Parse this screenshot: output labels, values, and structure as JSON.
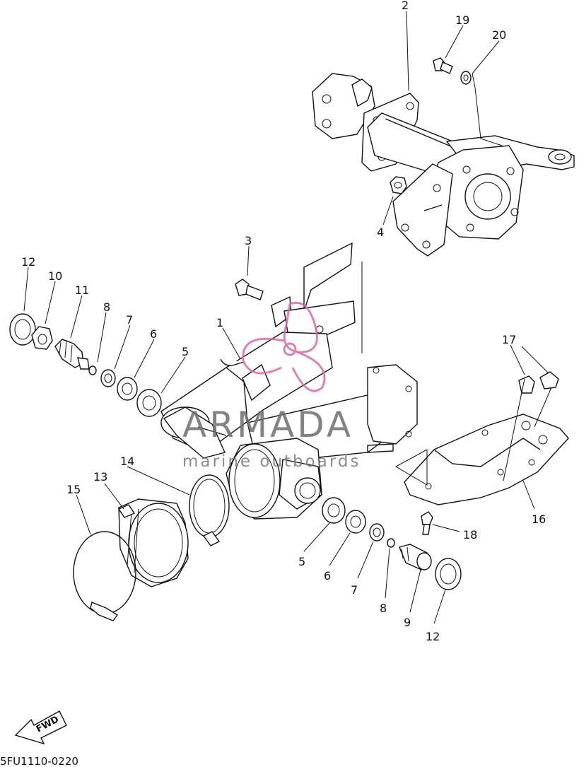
{
  "diagram_code": "5FU1110-0220",
  "fwd_label": "FWD",
  "watermark": {
    "brand": "ARMADA",
    "tagline": "marine outboards",
    "brand_color": "#d86aa8",
    "text_color": "#6e6e6e"
  },
  "callouts": [
    {
      "id": "c2a",
      "text": "2"
    },
    {
      "id": "c19",
      "text": "19"
    },
    {
      "id": "c20",
      "text": "20"
    },
    {
      "id": "c4",
      "text": "4"
    },
    {
      "id": "c3",
      "text": "3"
    },
    {
      "id": "c12a",
      "text": "12"
    },
    {
      "id": "c10",
      "text": "10"
    },
    {
      "id": "c11",
      "text": "11"
    },
    {
      "id": "c8a",
      "text": "8"
    },
    {
      "id": "c7a",
      "text": "7"
    },
    {
      "id": "c6a",
      "text": "6"
    },
    {
      "id": "c5a",
      "text": "5"
    },
    {
      "id": "c1",
      "text": "1"
    },
    {
      "id": "c17",
      "text": "17"
    },
    {
      "id": "c16",
      "text": "16"
    },
    {
      "id": "c14",
      "text": "14"
    },
    {
      "id": "c13",
      "text": "13"
    },
    {
      "id": "c15",
      "text": "15"
    },
    {
      "id": "c18",
      "text": "18"
    },
    {
      "id": "c5b",
      "text": "5"
    },
    {
      "id": "c6b",
      "text": "6"
    },
    {
      "id": "c7b",
      "text": "7"
    },
    {
      "id": "c8b",
      "text": "8"
    },
    {
      "id": "c9",
      "text": "9"
    },
    {
      "id": "c12b",
      "text": "12"
    }
  ]
}
